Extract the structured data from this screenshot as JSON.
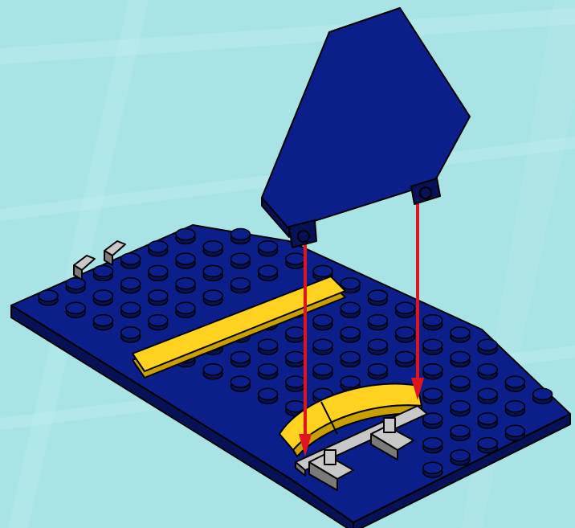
{
  "scene": {
    "kind": "building-instruction-step",
    "colors": {
      "background": "#a8e4e6",
      "background_streak": "#c9f1f2",
      "brick_blue": "#0b1f8a",
      "brick_blue_dark": "#061256",
      "brick_blue_light": "#1a33a8",
      "tile_yellow": "#ffd21f",
      "tile_yellow_dark": "#c9a000",
      "clip_gray": "#c8c8c8",
      "clip_gray_dark": "#7a7a7a",
      "arrow_red": "#e0141c",
      "outline": "#000000"
    },
    "parts": {
      "base_plate": {
        "color": "brick_blue",
        "icon": "wedge-plate"
      },
      "tile_long": {
        "color": "tile_yellow",
        "icon": "flat-tile"
      },
      "curved_slope": {
        "color": "tile_yellow",
        "icon": "curved-slope"
      },
      "bar_holder": {
        "color": "clip_gray",
        "icon": "bar-with-clips"
      },
      "hinge_stubs": {
        "color": "clip_gray",
        "icon": "hinge-stubs"
      },
      "wing_flap": {
        "color": "brick_blue",
        "icon": "wedge-flap-with-clips"
      }
    },
    "arrows": 2
  }
}
